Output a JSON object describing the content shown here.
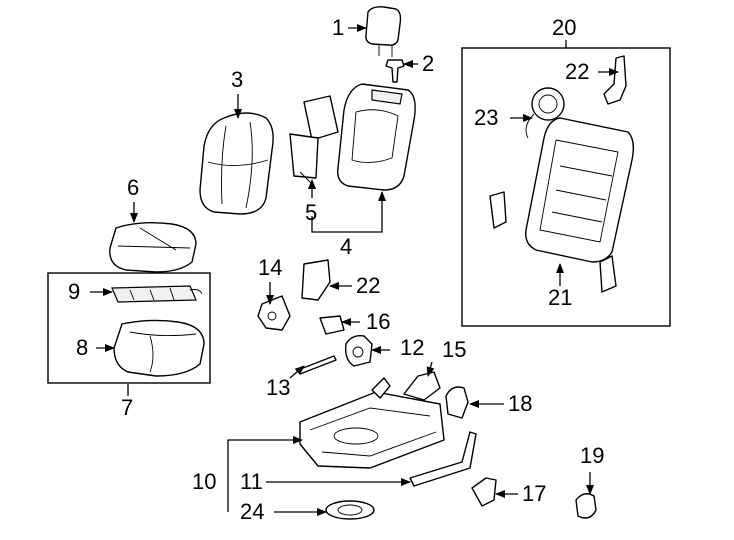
{
  "callouts": {
    "c1": "1",
    "c2": "2",
    "c3": "3",
    "c4": "4",
    "c5": "5",
    "c6": "6",
    "c7": "7",
    "c8": "8",
    "c9": "9",
    "c10": "10",
    "c11": "11",
    "c12": "12",
    "c13": "13",
    "c14": "14",
    "c15": "15",
    "c16": "16",
    "c17": "17",
    "c18": "18",
    "c19": "19",
    "c20": "20",
    "c21": "21",
    "c22a": "22",
    "c22b": "22",
    "c23": "23",
    "c24": "24"
  },
  "colors": {
    "line": "#000000",
    "background": "#ffffff"
  }
}
